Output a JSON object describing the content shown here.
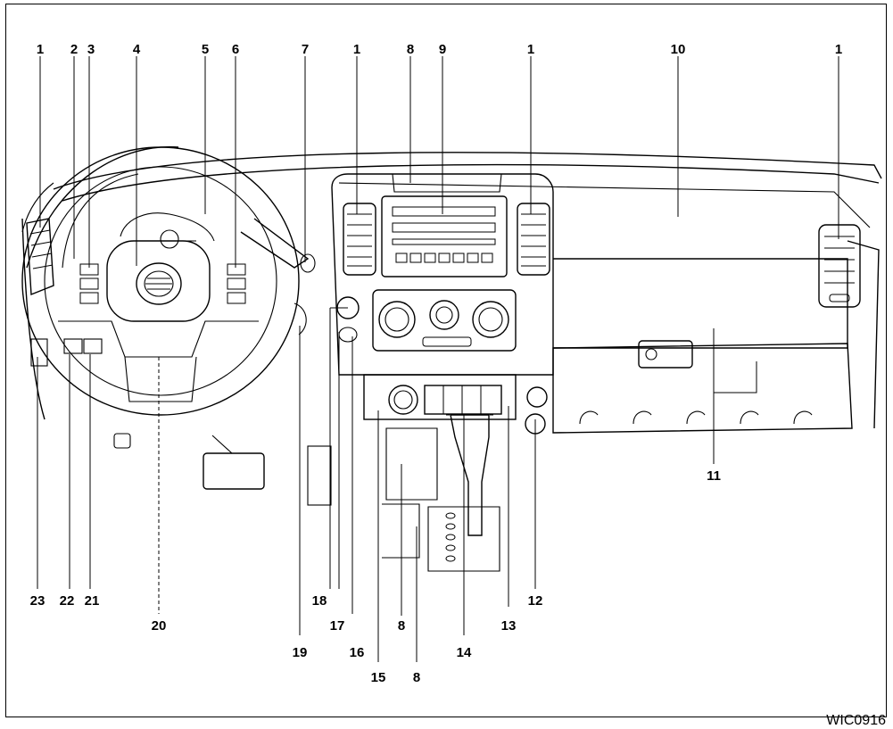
{
  "callouts": {
    "c1a": "1",
    "c2": "2",
    "c3": "3",
    "c4": "4",
    "c5": "5",
    "c6": "6",
    "c7": "7",
    "c1b": "1",
    "c8a": "8",
    "c9": "9",
    "c1c": "1",
    "c10": "10",
    "c1d": "1",
    "c11": "11",
    "c12": "12",
    "c13": "13",
    "c14": "14",
    "c15": "15",
    "c16": "16",
    "c17": "17",
    "c18": "18",
    "c19": "19",
    "c20": "20",
    "c21": "21",
    "c22": "22",
    "c23": "23",
    "c8b": "8",
    "c8c": "8"
  },
  "figure_code": "WIC0916"
}
